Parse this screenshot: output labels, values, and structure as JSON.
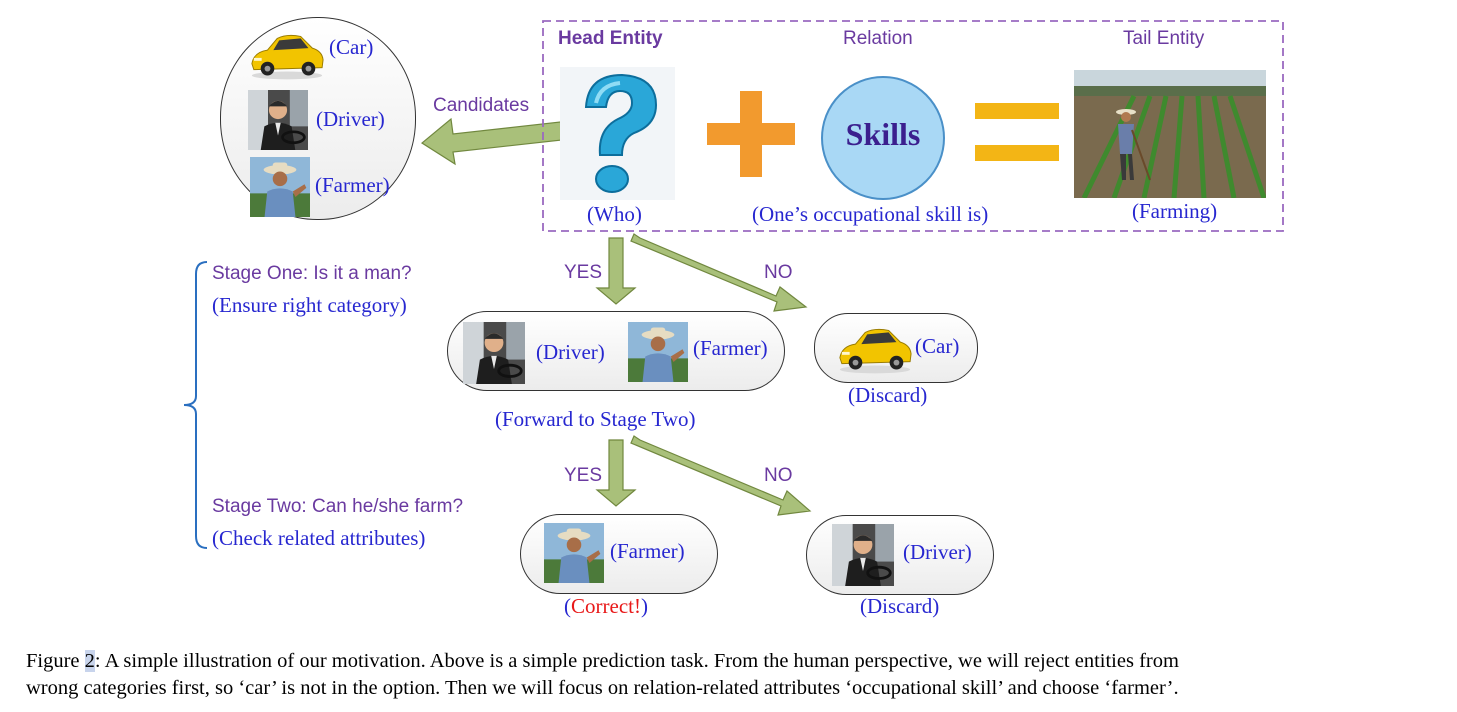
{
  "header": {
    "head_entity": "Head Entity",
    "relation": "Relation",
    "tail_entity": "Tail Entity"
  },
  "labels": {
    "candidates": "Candidates",
    "who": "(Who)",
    "skills": "Skills",
    "occupational": "(One’s occupational skill is)",
    "farming": "(Farming)"
  },
  "candidates": {
    "car": "(Car)",
    "driver": "(Driver)",
    "farmer": "(Farmer)"
  },
  "stage_one": {
    "title": "Stage One: Is it a man?",
    "sub": "(Ensure right category)",
    "yes": "YES",
    "no": "NO",
    "yes_driver": "(Driver)",
    "yes_farmer": "(Farmer)",
    "forward": "(Forward to Stage Two)",
    "no_car": "(Car)",
    "discard": "(Discard)"
  },
  "stage_two": {
    "title": "Stage Two: Can he/she farm?",
    "sub": "(Check related attributes)",
    "yes": "YES",
    "no": "NO",
    "yes_farmer": "(Farmer)",
    "correct_open": "(",
    "correct": "Correct!",
    "correct_close": ")",
    "no_driver": "(Driver)",
    "discard": "(Discard)"
  },
  "caption": {
    "prefix": "Figure ",
    "number": "2",
    "line1_rest": ": A simple illustration of our motivation. Above is a simple prediction task. From the human perspective, we will reject entities from",
    "line2": "wrong categories first, so ‘car’ is not in the option. Then we will focus on relation-related attributes ‘occupational skill’ and choose ‘farmer’."
  },
  "colors": {
    "arrow": "#a9c07a",
    "arrow_stroke": "#71883f",
    "purple": "#6a3aa0",
    "blue_text": "#2727d0",
    "correct": "#e81818",
    "plus": "#f29a2e",
    "equals": "#f3b515",
    "skills_circle": "#a9d8f5",
    "dashed_box": "#9a6ac0"
  }
}
